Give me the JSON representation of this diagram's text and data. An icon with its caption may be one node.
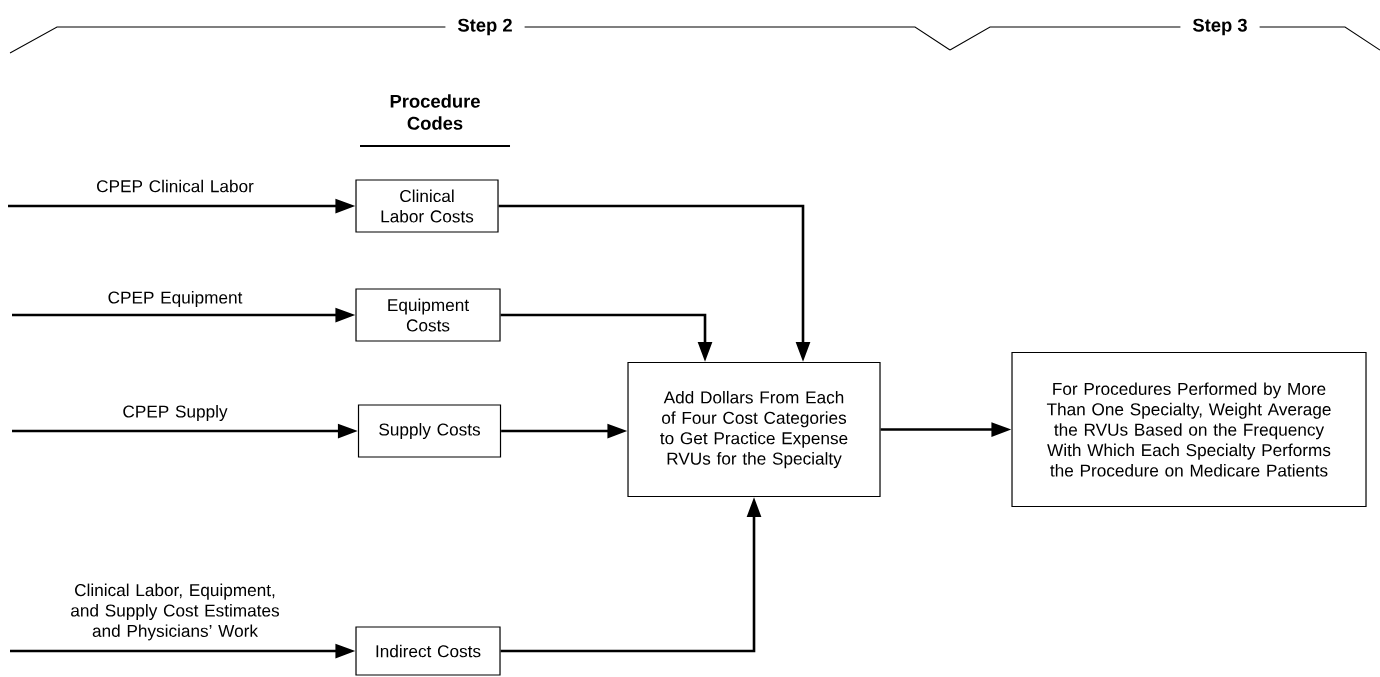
{
  "diagram": {
    "nodes": [
      {
        "text": [
          "Clinical Labor Costs"
        ]
      },
      {
        "text": [
          "Equipment Costs"
        ]
      },
      {
        "text": [
          "Supply Costs"
        ]
      },
      {
        "text": [
          "Indirect Costs"
        ]
      },
      {
        "text": [
          "Add Dollars From Each of Four Cost Categories to Get Practice Expense RVUs for the Specialty"
        ]
      },
      {
        "text": [
          "For Procedures Performed by More Than One Specialty, Weight Average the RVUs Based on the Frequency With Which Each Specialty Performs the Procedure on Medicare Patients"
        ]
      }
    ],
    "edges": [
      {
        "from": null,
        "to": 0,
        "arrow": "to",
        "label": "CPEP Clinical Labor"
      },
      {
        "from": null,
        "to": 1,
        "arrow": "to",
        "label": "CPEP Equipment"
      },
      {
        "from": null,
        "to": 2,
        "arrow": "to",
        "label": "CPEP Supply"
      },
      {
        "from": null,
        "to": 3,
        "arrow": "to",
        "label": "Clinical Labor, Equipment, and Supply Cost Estimates and Physicians’ Work"
      },
      {
        "from": 0,
        "to": 4,
        "arrow": "to"
      },
      {
        "from": 1,
        "to": 4,
        "arrow": "to"
      },
      {
        "from": 2,
        "to": 4,
        "arrow": "to"
      },
      {
        "from": 3,
        "to": 4,
        "arrow": "to"
      },
      {
        "from": 4,
        "to": 5,
        "arrow": "to"
      }
    ],
    "labels": [
      "Step 2",
      "Step 3",
      "Procedure Codes"
    ]
  }
}
